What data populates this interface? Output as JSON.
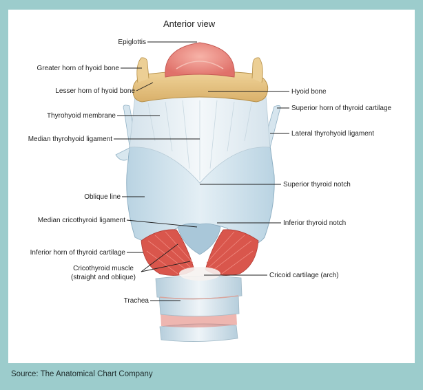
{
  "title": "Anterior view",
  "footer": "Source: The Anatomical Chart Company",
  "labels": {
    "epiglottis": "Epiglottis",
    "greater_horn": "Greater horn of hyoid bone",
    "lesser_horn": "Lesser horn of hyoid bone",
    "thyrohyoid_membrane": "Thyrohyoid membrane",
    "median_thyrohyoid_ligament": "Median thyrohyoid ligament",
    "oblique_line": "Oblique line",
    "median_cricothyroid_ligament": "Median cricothyroid ligament",
    "inferior_horn": "Inferior horn of thyroid cartilage",
    "cricothyroid_muscle_1": "Cricothyroid muscle",
    "cricothyroid_muscle_2": "(straight and oblique)",
    "trachea": "Trachea",
    "hyoid_bone": "Hyoid bone",
    "superior_horn": "Superior horn of thyroid cartilage",
    "lateral_thyrohyoid_ligament": "Lateral thyrohyoid ligament",
    "superior_thyroid_notch": "Superior thyroid notch",
    "inferior_thyroid_notch": "Inferior thyroid notch",
    "cricoid_cartilage": "Cricoid cartilage (arch)"
  },
  "colors": {
    "frame": "#9ccccc",
    "cartilage": "#cfe2ec",
    "membrane": "#e6eef3",
    "bone": "#e8c88a",
    "epiglottis": "#e8867c",
    "muscle": "#d9564c"
  }
}
